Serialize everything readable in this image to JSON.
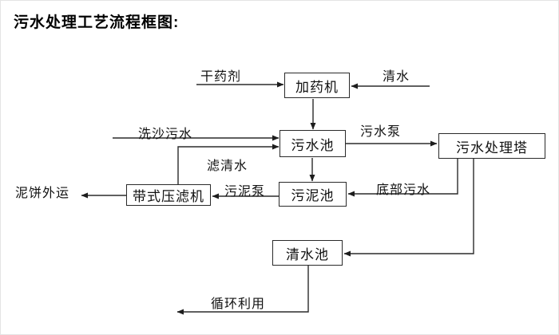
{
  "page": {
    "title": "污水处理工艺流程框图:"
  },
  "diagram": {
    "nodes": {
      "dosing_machine": {
        "label": "加药机"
      },
      "sewage_pool": {
        "label": "污水池"
      },
      "treatment_tower": {
        "label": "污水处理塔"
      },
      "sludge_pool": {
        "label": "污泥池"
      },
      "belt_filter_press": {
        "label": "带式压滤机"
      },
      "clean_water_pool": {
        "label": "清水池"
      }
    },
    "edge_labels": {
      "dry_agent": "干药剂",
      "clean_water": "清水",
      "sand_washing_sewage": "洗沙污水",
      "filtered_water": "滤清水",
      "sewage_pump": "污水泵",
      "bottom_sewage": "底部污水",
      "sludge_pump": "污泥泵",
      "mud_cake_transport": "泥饼外运",
      "recycle_use": "循环利用"
    },
    "edges": [
      {
        "from": "干药剂(外部)",
        "to": "加药机",
        "label": "干药剂"
      },
      {
        "from": "清水(外部)",
        "to": "加药机",
        "label": "清水"
      },
      {
        "from": "加药机",
        "to": "污水池",
        "label": ""
      },
      {
        "from": "洗沙污水(外部)",
        "to": "污水池",
        "label": "洗沙污水"
      },
      {
        "from": "带式压滤机",
        "to": "污水池",
        "label": "滤清水"
      },
      {
        "from": "污水池",
        "to": "污水处理塔",
        "label": "污水泵"
      },
      {
        "from": "污水池",
        "to": "污泥池",
        "label": ""
      },
      {
        "from": "污水处理塔",
        "to": "污泥池",
        "label": "底部污水"
      },
      {
        "from": "污水处理塔",
        "to": "清水池",
        "label": ""
      },
      {
        "from": "污泥池",
        "to": "带式压滤机",
        "label": "污泥泵"
      },
      {
        "from": "带式压滤机",
        "to": "泥饼外运(外部)",
        "label": "泥饼外运"
      },
      {
        "from": "清水池",
        "to": "循环利用(外部)",
        "label": "循环利用"
      }
    ],
    "colors": {
      "line": "#2b2b2b",
      "box_border": "#2a2a2a",
      "box_fill": "#ffffff",
      "text": "#111111"
    }
  }
}
